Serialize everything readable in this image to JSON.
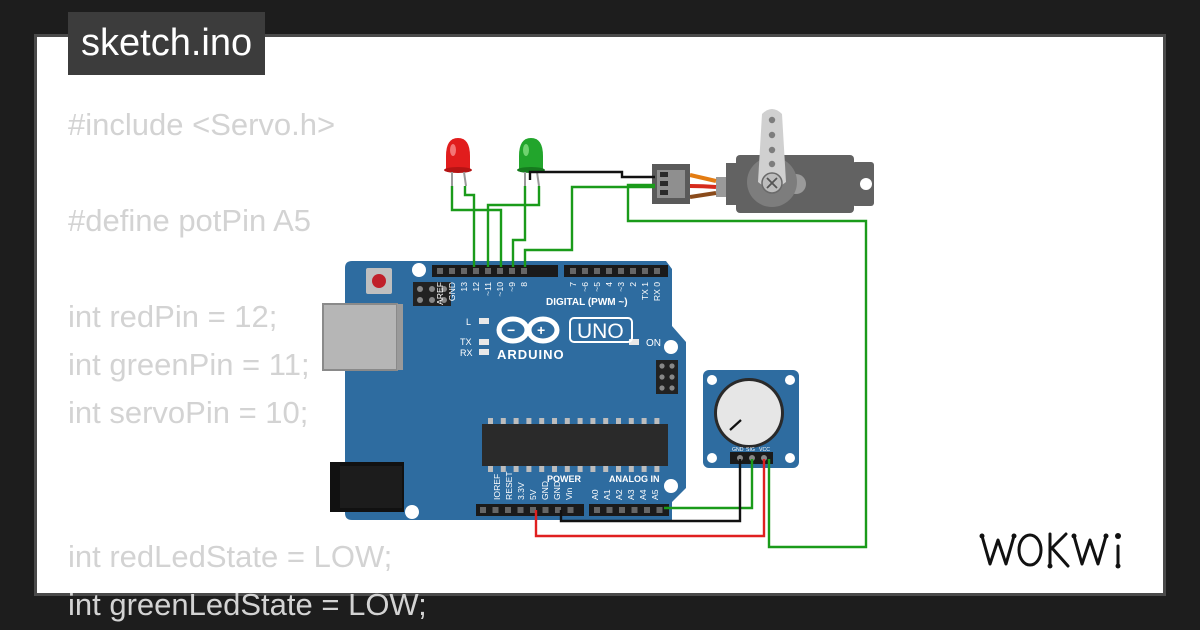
{
  "editor": {
    "filename": "sketch.ino",
    "code_lines": [
      "#include <Servo.h>",
      "",
      "#define potPin A5",
      "",
      "int redPin = 12;",
      "int greenPin = 11;",
      "int servoPin = 10;",
      "",
      "",
      "int redLedState = LOW;",
      "int greenLedState = LOW;"
    ]
  },
  "board": {
    "brand": "ARDUINO",
    "model": "UNO",
    "on_label": "ON",
    "digital_header": "DIGITAL (PWM ~)",
    "digital_pins": [
      "AREF",
      "GND",
      "13",
      "12",
      "~11",
      "~10",
      "~9",
      "8",
      "7",
      "~6",
      "~5",
      "4",
      "~3",
      "2",
      "TX 1",
      "RX 0"
    ],
    "leds": [
      "L",
      "TX",
      "RX"
    ],
    "power_header": "POWER",
    "power_pins": [
      "IOREF",
      "RESET",
      "3.3V",
      "5V",
      "GND",
      "GND",
      "Vin"
    ],
    "analog_header": "ANALOG IN",
    "analog_pins": [
      "A0",
      "A1",
      "A2",
      "A3",
      "A4",
      "A5"
    ]
  },
  "potentiometer": {
    "pins": [
      "GND",
      "SIG",
      "VCC"
    ]
  },
  "components": {
    "red_led_color": "#e11d1d",
    "green_led_color": "#22a52c"
  },
  "colors": {
    "board": "#2e6ca0",
    "wire_green": "#1a9b1a",
    "wire_red": "#e02020",
    "wire_black": "#111111",
    "code_text": "#d3d3d3",
    "tab_bg": "#3c3c3c"
  },
  "branding": {
    "logo": "WOKWi"
  }
}
